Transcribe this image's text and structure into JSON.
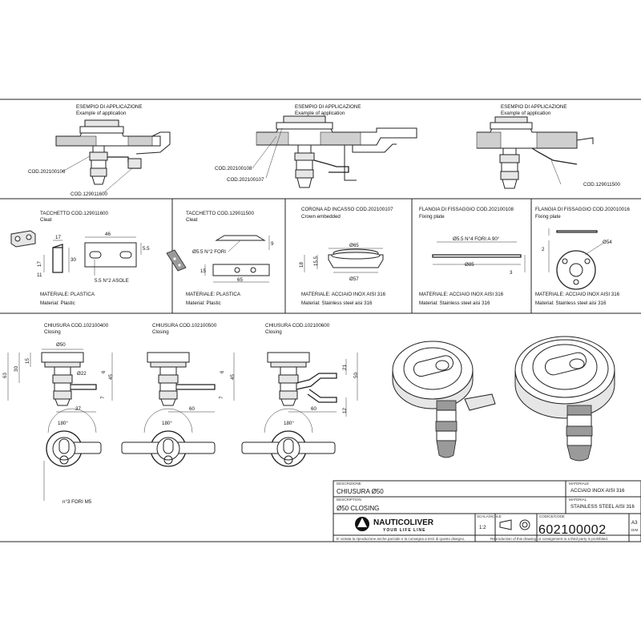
{
  "top": {
    "app1": {
      "title": "ESEMPIO DI APPLICAZIONE",
      "subtitle": "Example of application",
      "code1": "COD.202100106",
      "code2": "COD.129011600"
    },
    "app2": {
      "title": "ESEMPIO DI APPLICAZIONE",
      "subtitle": "Example of application",
      "code1": "COD.202100108",
      "code2": "COD.202100107"
    },
    "app3": {
      "title": "ESEMPIO DI APPLICAZIONE",
      "subtitle": "Example of application",
      "code1": "COD.129011500"
    }
  },
  "middle": {
    "p1": {
      "title": "TACCHETTO  COD.129011600",
      "subtitle": "Cleat",
      "dims": [
        "46",
        "17",
        "30",
        "17",
        "11",
        "5.5",
        "5.5  N°2  ASOLE"
      ],
      "mat_it": "MATERIALE: PLASTICA",
      "mat_en": "Material: Plastic"
    },
    "p2": {
      "title": "TACCHETTO  COD.129011500",
      "subtitle": "Cleat",
      "dims": [
        "Ø5.5  N°2  FORI",
        "9",
        "15",
        "65"
      ],
      "mat_it": "MATERIALE: PLASTICA",
      "mat_en": "Material: Plastic"
    },
    "p3": {
      "title": "CORONA AD INCASSO  COD.202100107",
      "subtitle": "Crown embedded",
      "dims": [
        "Ø65",
        "18",
        "15.5",
        "Ø57"
      ],
      "mat_it": "MATERIALE: ACCIAIO INOX AISI 316",
      "mat_en": "Material: Stainless steel aisi 316"
    },
    "p4": {
      "title": "FLANGIA DI FISSAGGIO  COD.202100108",
      "subtitle": "Fixing plate",
      "dims": [
        "Ø5.5  N°4  FORI A  90°",
        "Ø85",
        "3"
      ],
      "mat_it": "MATERIALE: ACCIAIO INOX AISI 316",
      "mat_en": "Material: Stainless steel aisi 316"
    },
    "p5": {
      "title": "FLANGIA DI FISSAGGIO  COD.202010016",
      "subtitle": "Fixing plate",
      "dims": [
        "Ø54",
        "2"
      ],
      "mat_it": "MATERIALE: ACCIAIO INOX AISI 316",
      "mat_en": "Material: Stainless steel aisi 316"
    }
  },
  "bottom": {
    "c1": {
      "title": "CHIUSURA  COD.102100400",
      "subtitle": "Closing",
      "dims": [
        "Ø50",
        "30",
        "63",
        "15",
        "Ø22",
        "6",
        "45",
        "7",
        "37",
        "180°",
        "n°3  FORI  M5"
      ]
    },
    "c2": {
      "title": "CHIUSURA  COD.102100500",
      "subtitle": "Closing",
      "dims": [
        "6",
        "45",
        "7",
        "60",
        "180°"
      ]
    },
    "c3": {
      "title": "CHIUSURA  COD.102100600",
      "subtitle": "Closing",
      "dims": [
        "21",
        "50",
        "12",
        "60",
        "180°"
      ]
    }
  },
  "titleblock": {
    "desc_label": "DESCRIZIONE",
    "desc_value": "CHIUSURA  Ø50",
    "descr_label": "DESCRIPTION",
    "descr_value": "Ø50  CLOSING",
    "mat_label": "MATERIALE",
    "mat_value": "ACCIAIO INOX AISI 316",
    "material_label": "MATERIAL",
    "material_value": "STAINLESS STEEL AISI 316",
    "brand": "NAUTICOLIVER",
    "slogan": "YOUR LIFE LINE",
    "scale_label": "SCALA/SCALE",
    "scale_value": "1:2",
    "code_label": "CODICE/CODE",
    "code_value": "602100002",
    "format": "A3",
    "format_sub": "DIM",
    "legal_it": "E' vietata la riproduzione anche parziale e la consegna a terzi di questo disegno.",
    "legal_en": "Reproduction of this drawing, or consignment to a third party is prohibited."
  }
}
